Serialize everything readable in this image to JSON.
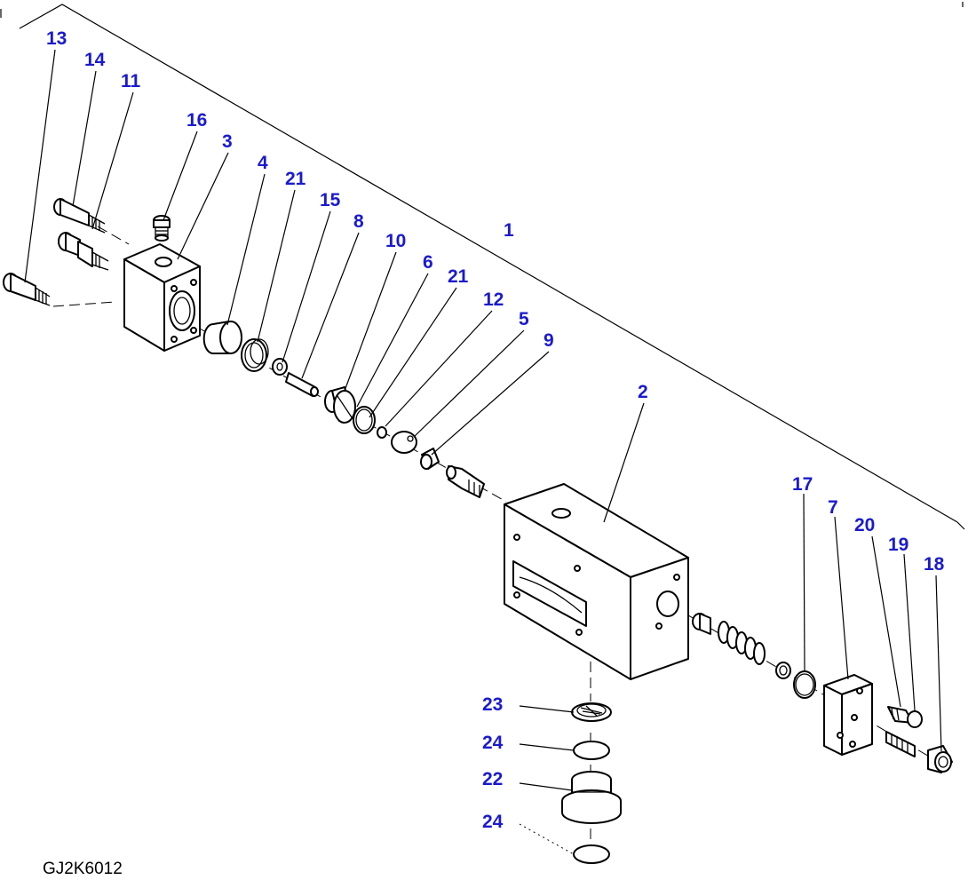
{
  "drawing": {
    "code": "GJ2K6012",
    "callout_color": "#1a1ad0",
    "line_color": "#000000"
  },
  "callouts": [
    {
      "id": "c13",
      "text": "13"
    },
    {
      "id": "c14",
      "text": "14"
    },
    {
      "id": "c11",
      "text": "11"
    },
    {
      "id": "c16",
      "text": "16"
    },
    {
      "id": "c3",
      "text": "3"
    },
    {
      "id": "c4",
      "text": "4"
    },
    {
      "id": "c21a",
      "text": "21"
    },
    {
      "id": "c15",
      "text": "15"
    },
    {
      "id": "c8",
      "text": "8"
    },
    {
      "id": "c10",
      "text": "10"
    },
    {
      "id": "c1",
      "text": "1"
    },
    {
      "id": "c6",
      "text": "6"
    },
    {
      "id": "c21b",
      "text": "21"
    },
    {
      "id": "c12",
      "text": "12"
    },
    {
      "id": "c5",
      "text": "5"
    },
    {
      "id": "c9",
      "text": "9"
    },
    {
      "id": "c2",
      "text": "2"
    },
    {
      "id": "c17",
      "text": "17"
    },
    {
      "id": "c7",
      "text": "7"
    },
    {
      "id": "c20",
      "text": "20"
    },
    {
      "id": "c19",
      "text": "19"
    },
    {
      "id": "c18",
      "text": "18"
    },
    {
      "id": "c23",
      "text": "23"
    },
    {
      "id": "c24a",
      "text": "24"
    },
    {
      "id": "c22",
      "text": "22"
    },
    {
      "id": "c24b",
      "text": "24"
    }
  ]
}
